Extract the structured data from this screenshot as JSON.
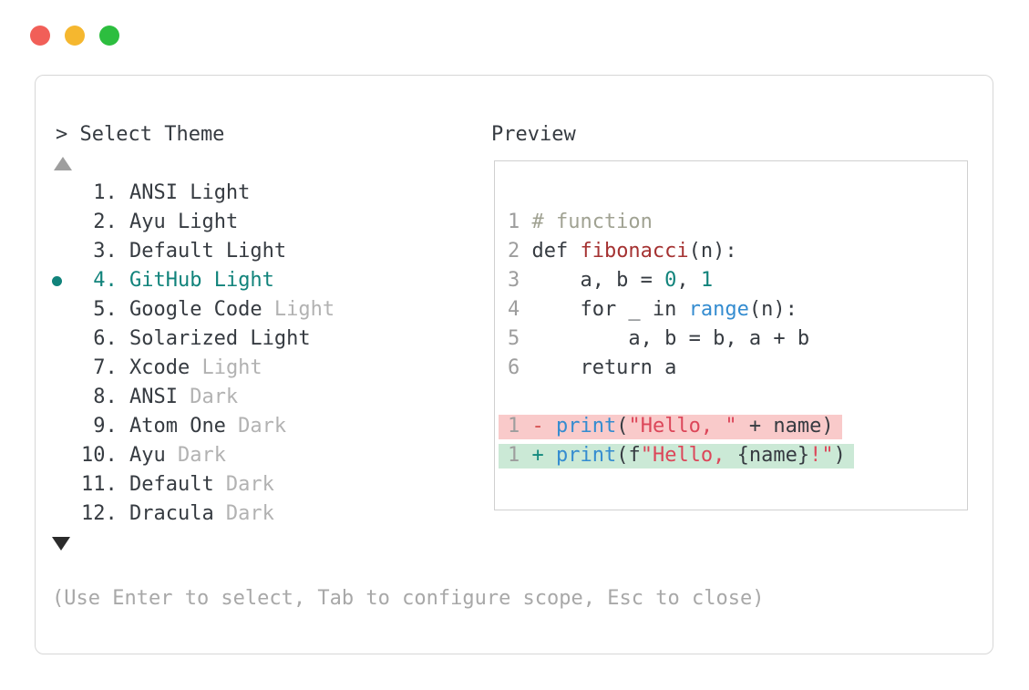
{
  "window": {
    "traffic_lights": [
      {
        "name": "close",
        "color": "#f15f58"
      },
      {
        "name": "minimize",
        "color": "#f5b72f"
      },
      {
        "name": "maximize",
        "color": "#2dbe3f"
      }
    ]
  },
  "theme_picker": {
    "title": "> Select Theme",
    "scroll_up_icon": "triangle-up",
    "scroll_down_icon": "triangle-down",
    "colors": {
      "accent": "#11837b",
      "text": "#363b41",
      "muted": "#b2b2b2"
    },
    "items": [
      {
        "num": "1.",
        "name": "ANSI",
        "suffix": "Light",
        "muted": false,
        "selected": false
      },
      {
        "num": "2.",
        "name": "Ayu",
        "suffix": "Light",
        "muted": false,
        "selected": false
      },
      {
        "num": "3.",
        "name": "Default",
        "suffix": "Light",
        "muted": false,
        "selected": false
      },
      {
        "num": "4.",
        "name": "GitHub",
        "suffix": "Light",
        "muted": false,
        "selected": true
      },
      {
        "num": "5.",
        "name": "Google Code",
        "suffix": "Light",
        "muted": true,
        "selected": false
      },
      {
        "num": "6.",
        "name": "Solarized",
        "suffix": "Light",
        "muted": false,
        "selected": false
      },
      {
        "num": "7.",
        "name": "Xcode",
        "suffix": "Light",
        "muted": true,
        "selected": false
      },
      {
        "num": "8.",
        "name": "ANSI",
        "suffix": "Dark",
        "muted": true,
        "selected": false
      },
      {
        "num": "9.",
        "name": "Atom One",
        "suffix": "Dark",
        "muted": true,
        "selected": false
      },
      {
        "num": "10.",
        "name": "Ayu",
        "suffix": "Dark",
        "muted": true,
        "selected": false
      },
      {
        "num": "11.",
        "name": "Default",
        "suffix": "Dark",
        "muted": true,
        "selected": false
      },
      {
        "num": "12.",
        "name": "Dracula",
        "suffix": "Dark",
        "muted": true,
        "selected": false
      }
    ],
    "hint": "(Use Enter to select, Tab to configure scope, Esc to close)"
  },
  "preview": {
    "label": "Preview",
    "colors": {
      "text": "#363b41",
      "line_number": "#9d9d9d",
      "comment": "#a0a292",
      "function": "#a53232",
      "number": "#11837b",
      "builtin": "#348cd0",
      "string": "#dc4659",
      "removed_sign": "#d64f4f",
      "added_sign": "#13897e",
      "removed_bg": "#f9caca",
      "added_bg": "#cbe9d6"
    },
    "code_lines": [
      {
        "num": "1",
        "tokens": [
          {
            "t": "# function",
            "c": "comment"
          }
        ]
      },
      {
        "num": "2",
        "tokens": [
          {
            "t": "def ",
            "c": "code"
          },
          {
            "t": "fibonacci",
            "c": "func"
          },
          {
            "t": "(n):",
            "c": "code"
          }
        ]
      },
      {
        "num": "3",
        "tokens": [
          {
            "t": "    a, b = ",
            "c": "code"
          },
          {
            "t": "0",
            "c": "number"
          },
          {
            "t": ", ",
            "c": "code"
          },
          {
            "t": "1",
            "c": "number"
          }
        ]
      },
      {
        "num": "4",
        "tokens": [
          {
            "t": "    for _ in ",
            "c": "code"
          },
          {
            "t": "range",
            "c": "builtin"
          },
          {
            "t": "(n):",
            "c": "code"
          }
        ]
      },
      {
        "num": "5",
        "tokens": [
          {
            "t": "        a, b = b, a + b",
            "c": "code"
          }
        ]
      },
      {
        "num": "6",
        "tokens": [
          {
            "t": "    return a",
            "c": "code"
          }
        ]
      }
    ],
    "diff_lines": [
      {
        "num": "1",
        "kind": "removed",
        "tokens": [
          {
            "t": "- ",
            "c": "sign_removed"
          },
          {
            "t": "print",
            "c": "builtin"
          },
          {
            "t": "(",
            "c": "code"
          },
          {
            "t": "\"Hello, \"",
            "c": "string"
          },
          {
            "t": " + name)",
            "c": "code"
          }
        ]
      },
      {
        "num": "1",
        "kind": "added",
        "tokens": [
          {
            "t": "+ ",
            "c": "sign_added"
          },
          {
            "t": "print",
            "c": "builtin"
          },
          {
            "t": "(f",
            "c": "code"
          },
          {
            "t": "\"Hello, ",
            "c": "string"
          },
          {
            "t": "{name}",
            "c": "code"
          },
          {
            "t": "!\"",
            "c": "string"
          },
          {
            "t": ")",
            "c": "code"
          }
        ]
      }
    ]
  }
}
